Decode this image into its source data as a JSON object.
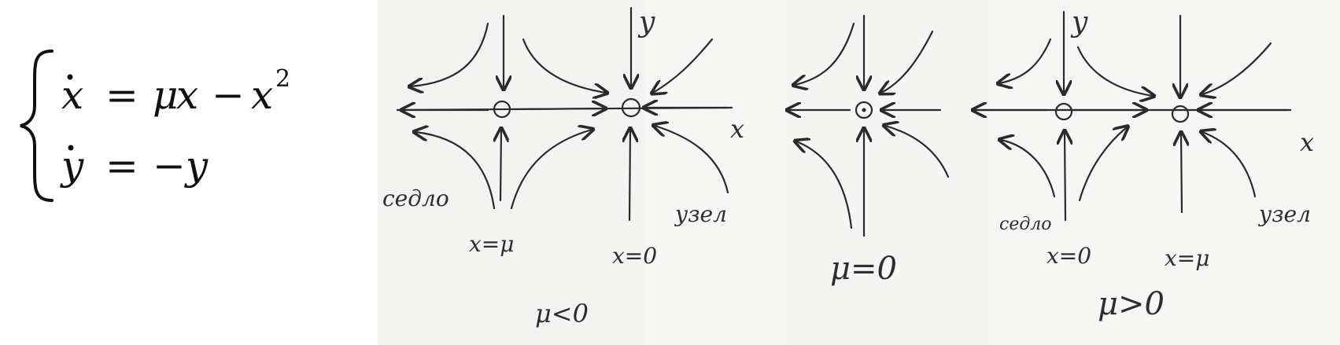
{
  "equation": {
    "line1": {
      "lhs_var": "x",
      "rhs_mu": "μ",
      "rhs_x": "x",
      "minus": "−",
      "sq_base": "x",
      "sq_exp": "2"
    },
    "line2": {
      "lhs_var": "y",
      "rhs": "−y"
    },
    "equals": "="
  },
  "sketches": {
    "left": {
      "saddle_label": "седло",
      "node_label": "узел",
      "axis_x_label": "x",
      "axis_y_label": "y",
      "saddle_point_label": "x=μ",
      "node_point_label": "x=0",
      "condition": "μ<0"
    },
    "middle": {
      "condition": "μ=0"
    },
    "right": {
      "axis_y_label": "y",
      "axis_x_label": "x",
      "saddle_label": "седло",
      "node_label": "узел",
      "saddle_point_label": "x=0",
      "node_point_label": "x=μ",
      "condition": "μ>0"
    }
  },
  "colors": {
    "ink": "#2a2a2a",
    "paper": "#f4f4f2",
    "background": "#ffffff"
  }
}
